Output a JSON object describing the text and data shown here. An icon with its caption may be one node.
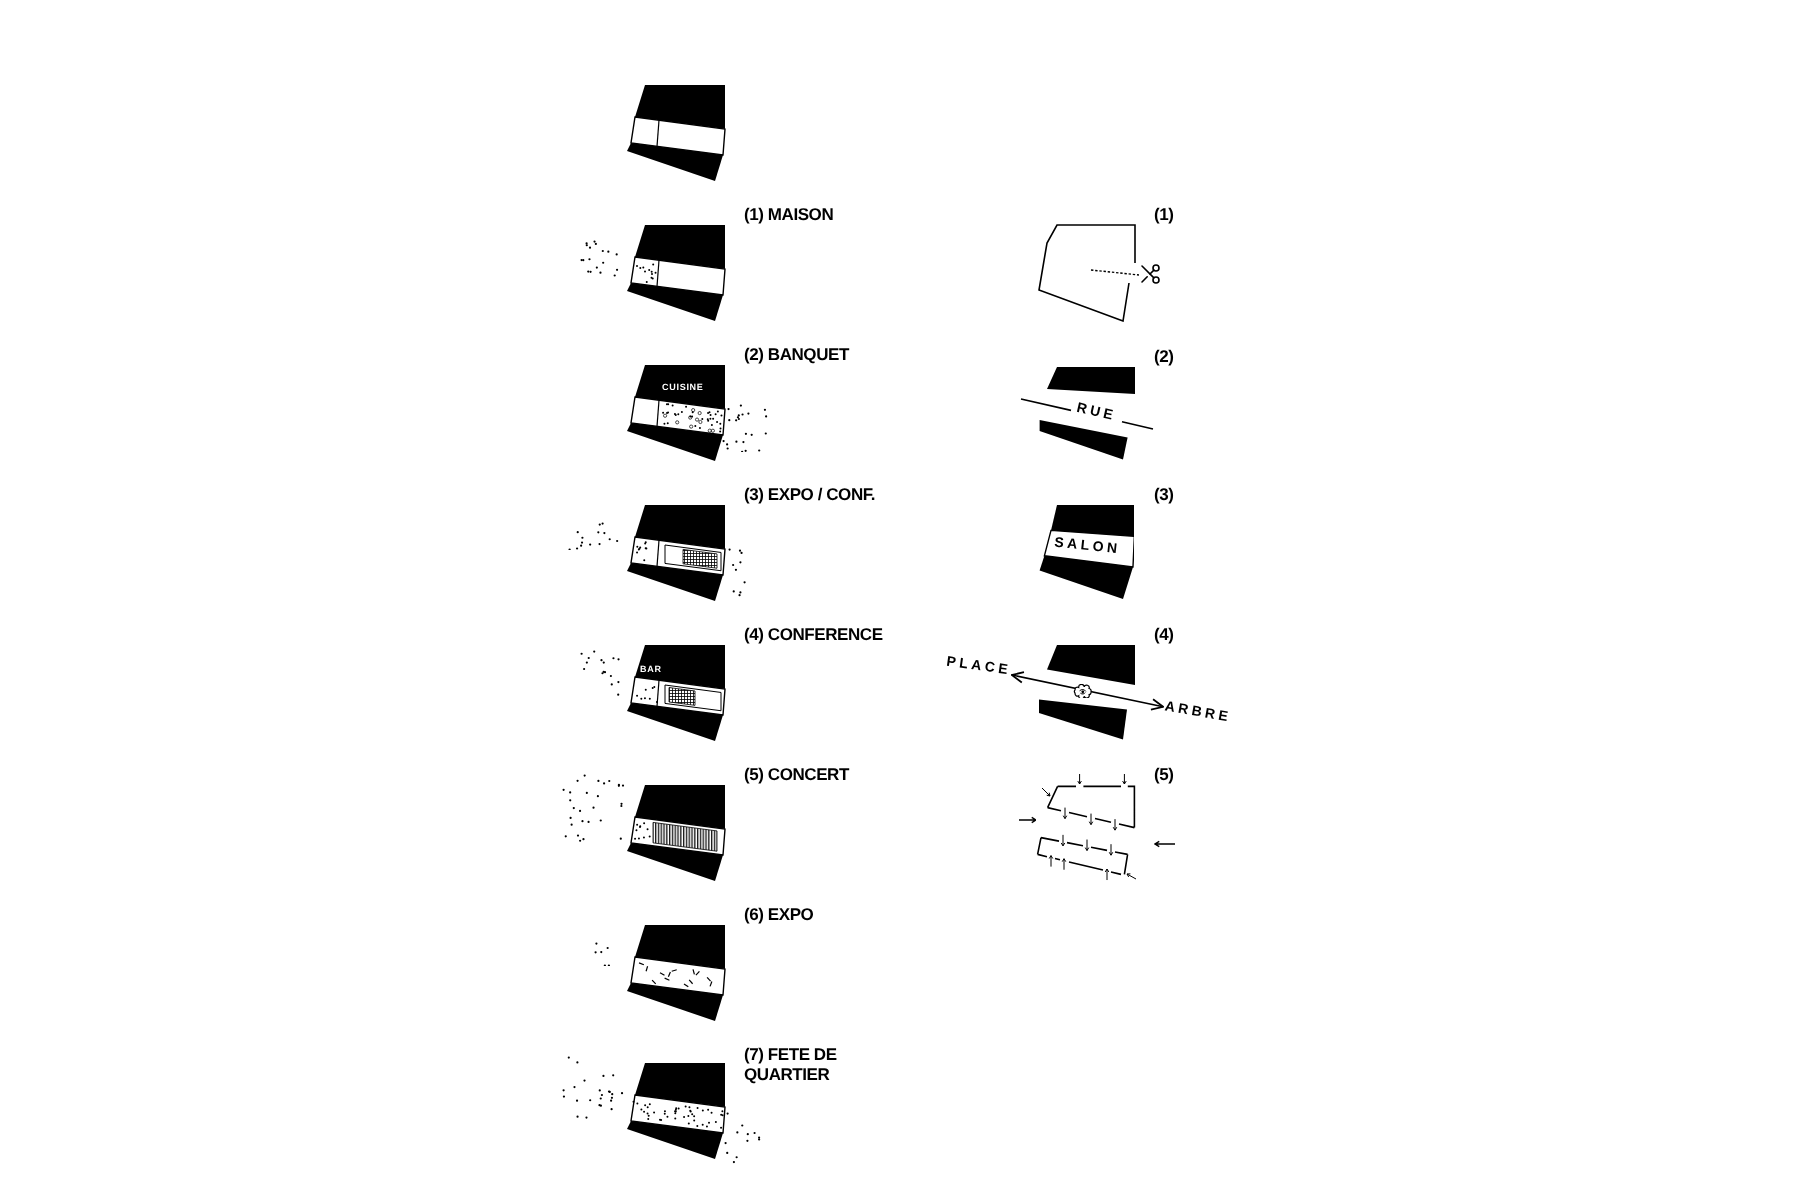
{
  "diagram": {
    "nodes": [
      {
        "text": [
          "PLACE"
        ]
      },
      {
        "text": [
          "ARBRE"
        ]
      }
    ],
    "edges": [
      {
        "from": 0,
        "to": 1,
        "arrow": "both"
      }
    ],
    "labels": [
      "(1) MAISON",
      "(2) BANQUET",
      "CUISINE",
      "(3) EXPO / CONF.",
      "(4) CONFERENCE",
      "BAR",
      "(5) CONCERT",
      "(6) EXPO",
      "(7) FETE DE QUARTIER",
      "(1)",
      "(2)",
      "RUE",
      "(3)",
      "SALON",
      "(4)",
      "(5)"
    ]
  }
}
